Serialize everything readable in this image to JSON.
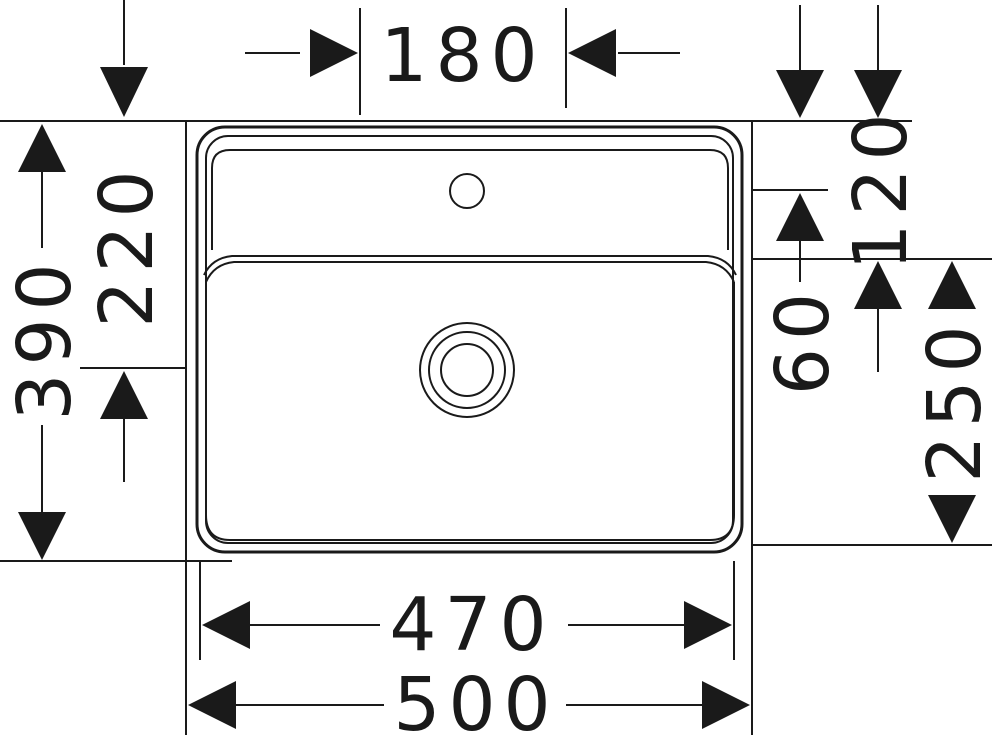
{
  "dimensions": {
    "tap_hole_spacing": "180",
    "overall_depth": "390",
    "bowl_inner_depth": "220",
    "deck_height": "120",
    "step_height": "60",
    "front_to_waste": "250",
    "inner_width": "470",
    "overall_width": "500"
  },
  "colors": {
    "line": "#1a1a1a",
    "background": "#ffffff"
  }
}
